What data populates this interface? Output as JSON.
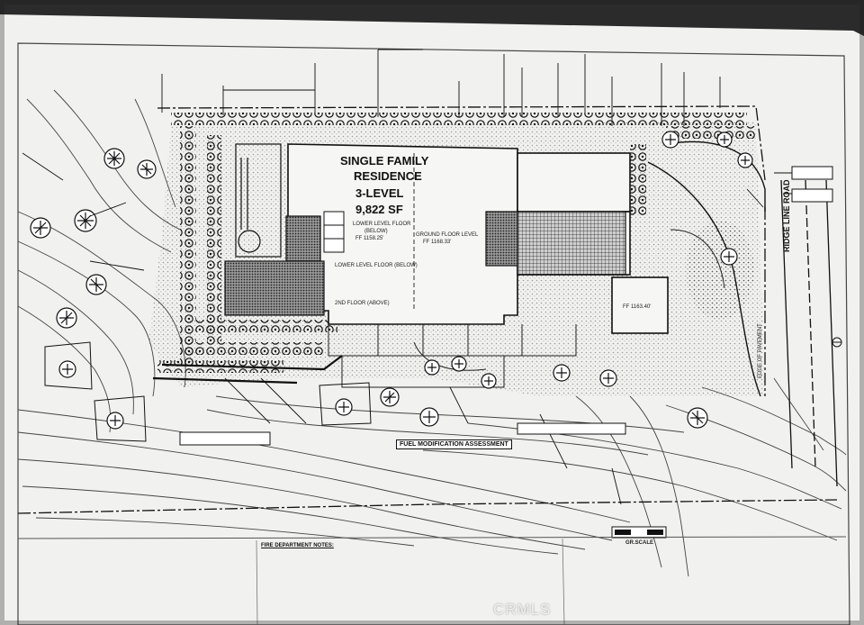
{
  "residence": {
    "title_line1": "SINGLE FAMILY",
    "title_line2": "RESIDENCE",
    "levels": "3-LEVEL",
    "area": "9,822 SF"
  },
  "levels": {
    "lower_level": "LOWER LEVEL FLOOR",
    "lower_level_sub": "(BELOW)",
    "lower_ff": "FF 1158.25'",
    "ground_level": "GROUND FLOOR LEVEL",
    "ground_ff": "FF 1168.33'",
    "lower_level_below": "LOWER LEVEL FLOOR (BELOW)",
    "second_floor": "2ND FLOOR (ABOVE)",
    "garage_ff": "FF 1163.40'"
  },
  "road": {
    "name": "RIDGE LINE ROAD",
    "centerline": "EDGE OF PAVEMENT"
  },
  "fuel_mod": {
    "title": "FUEL MODIFICATION ASSESSMENT"
  },
  "scale": {
    "label": "GR.SCALE"
  },
  "watermark": "CRMLS",
  "fire_notes": {
    "header": "FIRE DEPARTMENT NOTES:"
  },
  "colors": {
    "paper": "#f2f2f0",
    "ink": "#111111",
    "frame": "#2a2a2a"
  }
}
